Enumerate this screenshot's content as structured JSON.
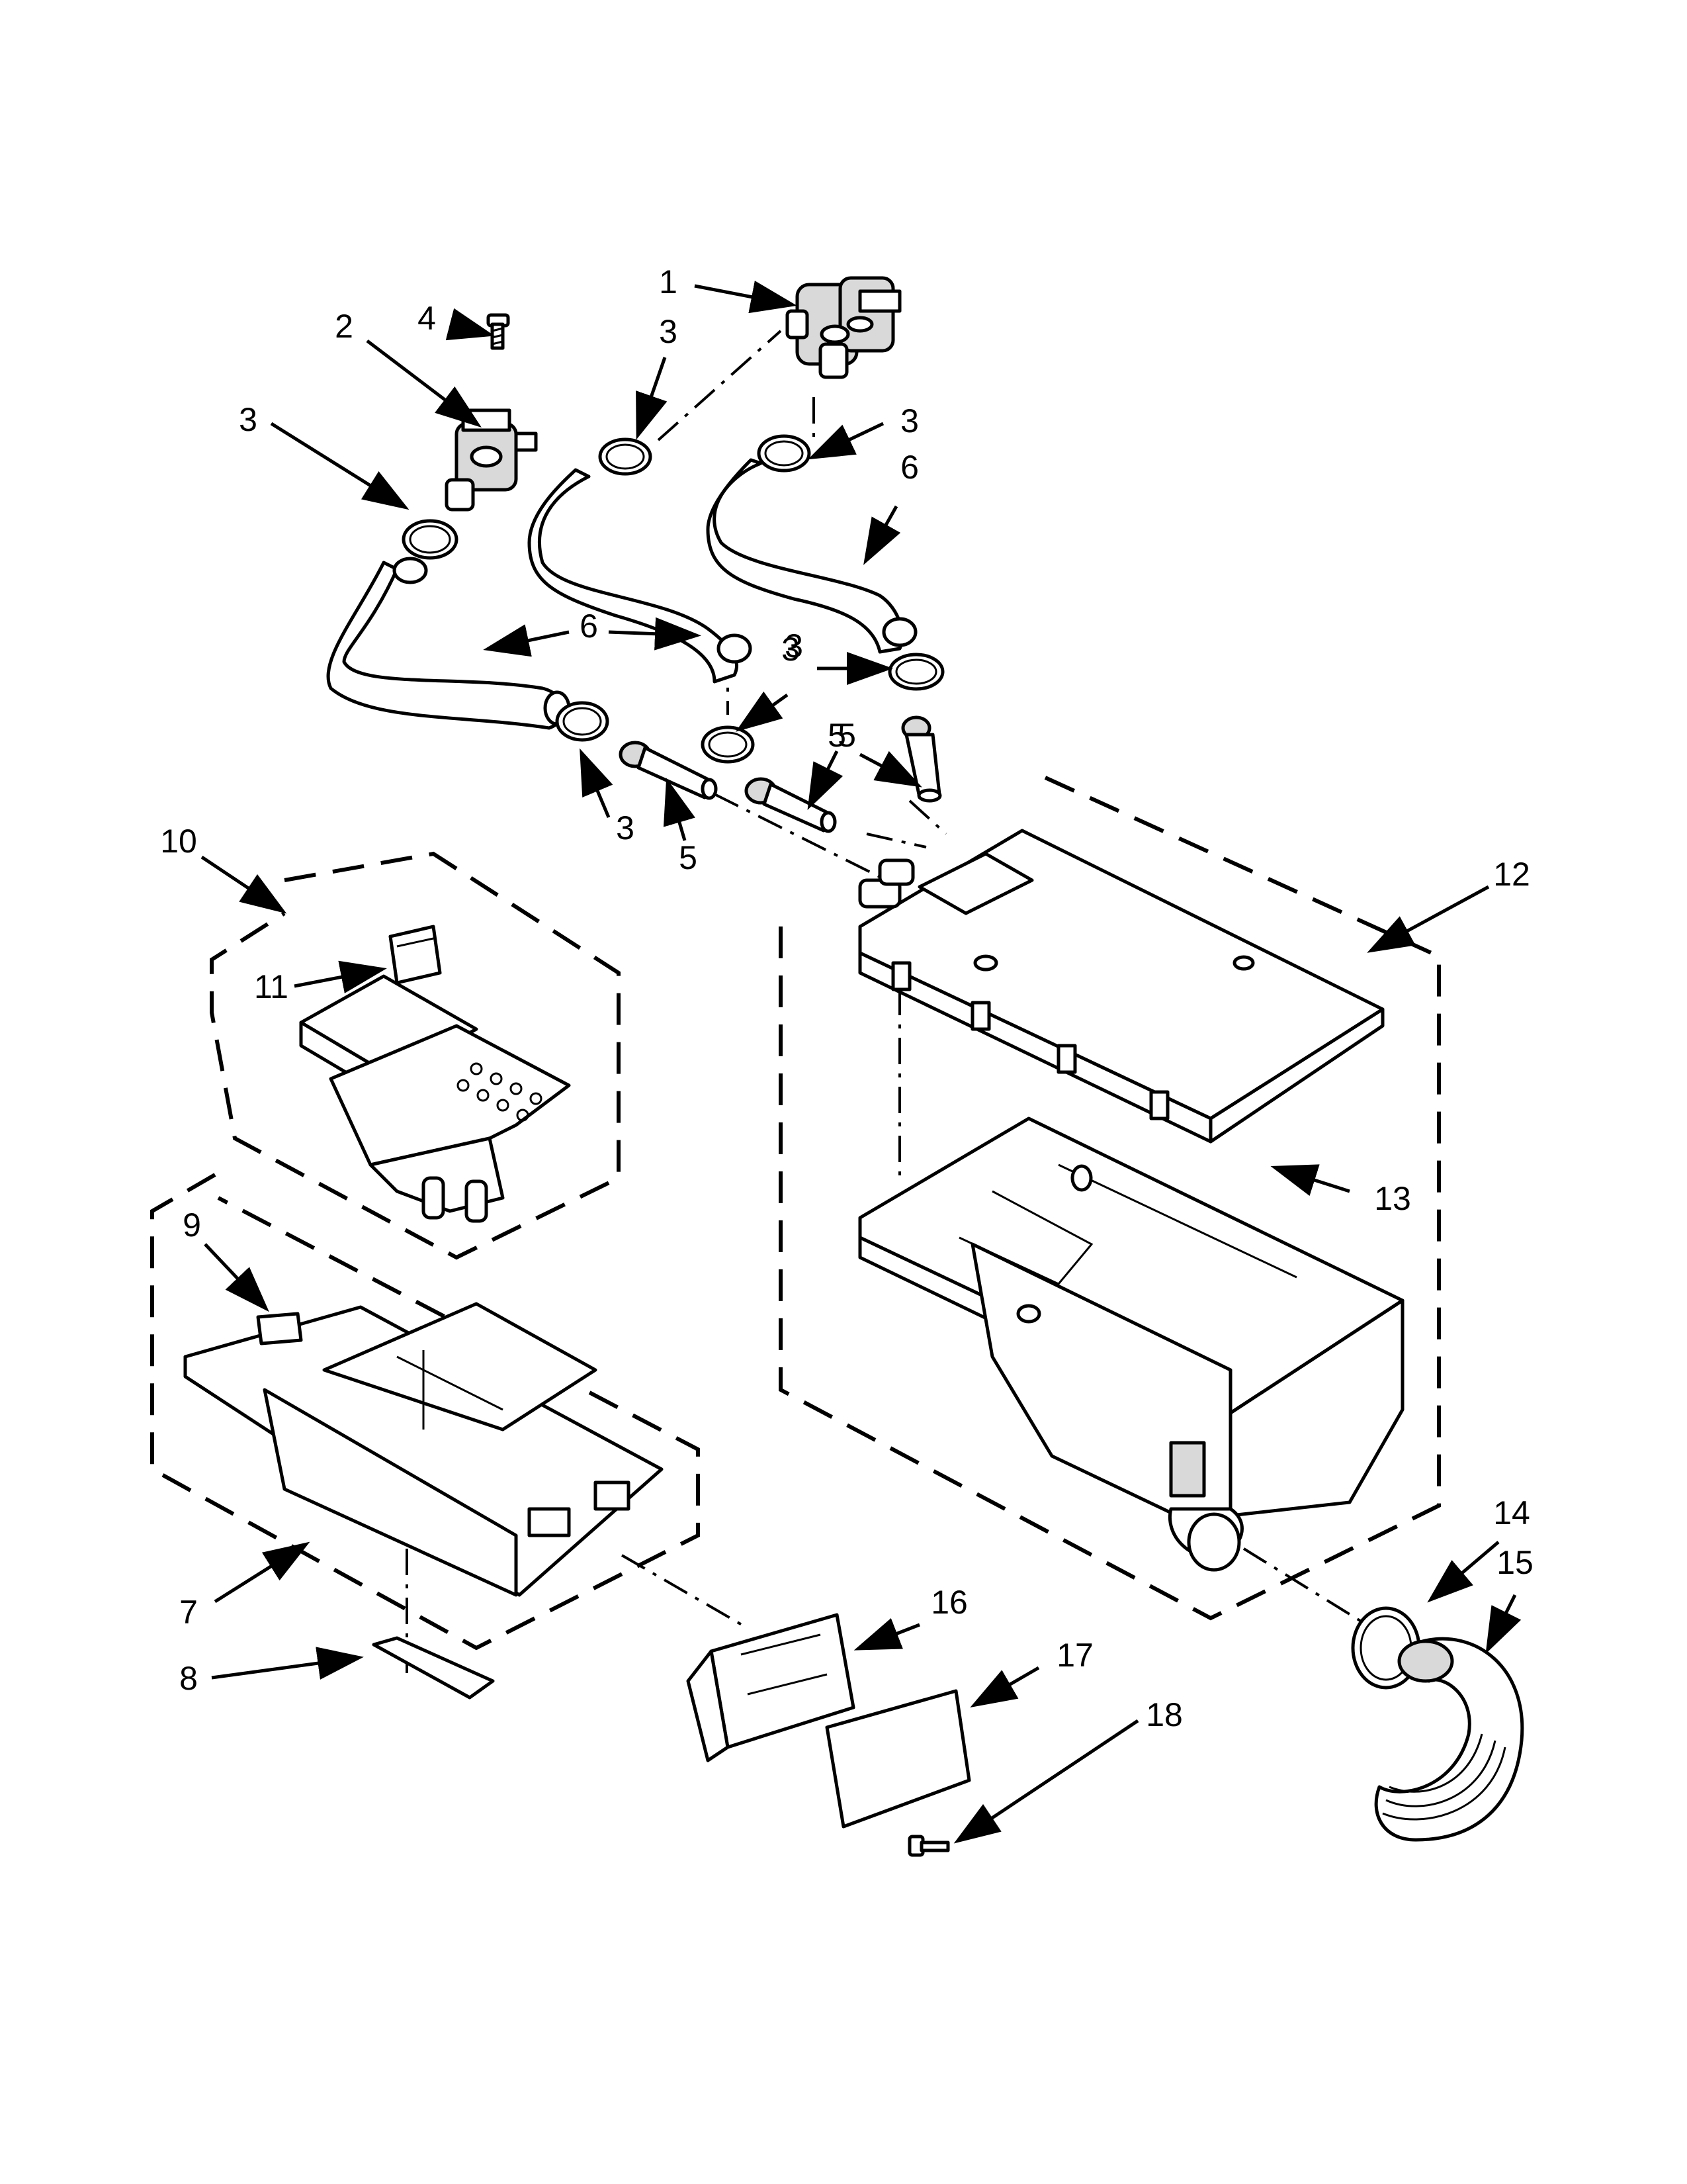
{
  "diagram": {
    "callouts": [
      {
        "id": "c1",
        "label": "1"
      },
      {
        "id": "c2",
        "label": "2"
      },
      {
        "id": "c3a",
        "label": "3"
      },
      {
        "id": "c3b",
        "label": "3"
      },
      {
        "id": "c3c",
        "label": "3"
      },
      {
        "id": "c3d",
        "label": "3"
      },
      {
        "id": "c3e",
        "label": "3"
      },
      {
        "id": "c3f",
        "label": "3"
      },
      {
        "id": "c4",
        "label": "4"
      },
      {
        "id": "c5a",
        "label": "5"
      },
      {
        "id": "c5b",
        "label": "5"
      },
      {
        "id": "c5c",
        "label": "5"
      },
      {
        "id": "c6a",
        "label": "6"
      },
      {
        "id": "c6b",
        "label": "6"
      },
      {
        "id": "c7",
        "label": "7"
      },
      {
        "id": "c8",
        "label": "8"
      },
      {
        "id": "c9",
        "label": "9"
      },
      {
        "id": "c10",
        "label": "10"
      },
      {
        "id": "c11",
        "label": "11"
      },
      {
        "id": "c12",
        "label": "12"
      },
      {
        "id": "c13",
        "label": "13"
      },
      {
        "id": "c14",
        "label": "14"
      },
      {
        "id": "c15",
        "label": "15"
      },
      {
        "id": "c16",
        "label": "16"
      },
      {
        "id": "c17",
        "label": "17"
      },
      {
        "id": "c18",
        "label": "18"
      }
    ]
  }
}
